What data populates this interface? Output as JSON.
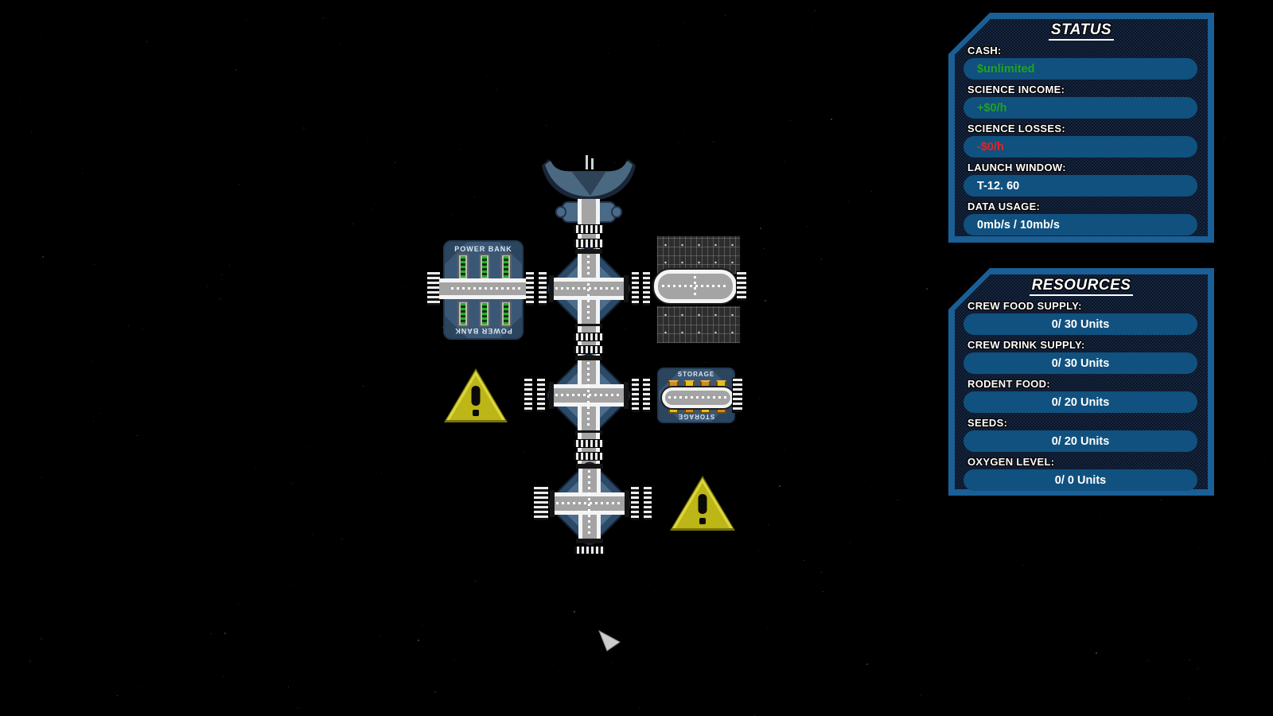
{
  "status_panel": {
    "title": "STATUS",
    "fields": [
      {
        "label": "CASH:",
        "value": "$unlimited",
        "color": "green"
      },
      {
        "label": "SCIENCE INCOME:",
        "value": "+$0/h",
        "color": "green"
      },
      {
        "label": "SCIENCE LOSSES:",
        "value": "-$0/h",
        "color": "red"
      },
      {
        "label": "LAUNCH WINDOW:",
        "value": "T-12. 60",
        "color": "white"
      },
      {
        "label": "DATA USAGE:",
        "value": "0mb/s / 10mb/s",
        "color": "white"
      }
    ]
  },
  "resources_panel": {
    "title": "RESOURCES",
    "fields": [
      {
        "label": "CREW FOOD SUPPLY:",
        "value": "0/ 30 Units"
      },
      {
        "label": "CREW DRINK SUPPLY:",
        "value": "0/ 30 Units"
      },
      {
        "label": "RODENT FOOD:",
        "value": "0/ 20 Units"
      },
      {
        "label": "SEEDS:",
        "value": "0/ 20 Units"
      },
      {
        "label": "OXYGEN LEVEL:",
        "value": "0/ 0 Units"
      }
    ]
  },
  "station": {
    "power_bank_label": "POWER BANK",
    "storage_label": "STORAGE"
  },
  "colors": {
    "green": "#21a121",
    "red": "#e02525",
    "white": "#ffffff",
    "panel_border": "#1a5f96",
    "panel_bg": "#0b1526",
    "bar_bg": "#10517f",
    "module_blue": "#3a5876",
    "warning_yellow": "#bcb616",
    "crate_orange": "#cf8c1f",
    "battery_green": "#25b025"
  }
}
